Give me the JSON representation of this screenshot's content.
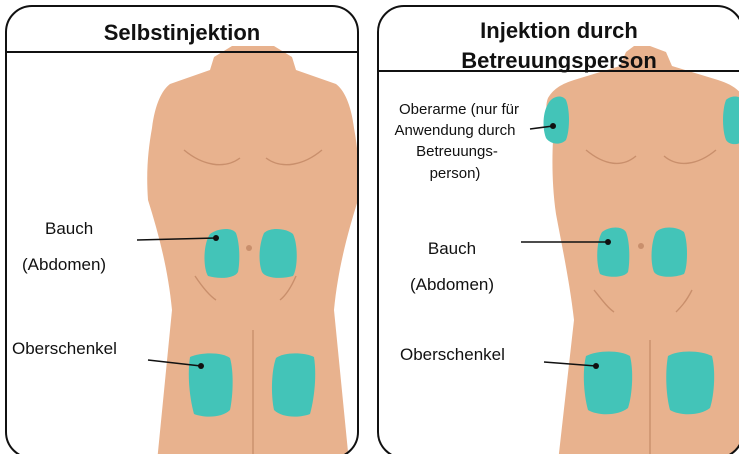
{
  "colors": {
    "skin": "#e8b28e",
    "skin_line": "#c98f6c",
    "injection_zone": "#43c4b8",
    "panel_border": "#111111",
    "leader": "#111111"
  },
  "panels": [
    {
      "title_lines": [
        "Selbstinjektion"
      ],
      "labels": {
        "abdomen": [
          "Bauch",
          "(Abdomen)"
        ],
        "thigh": [
          "Oberschenkel"
        ]
      }
    },
    {
      "title_lines": [
        "Injektion durch",
        "Betreuungsperson"
      ],
      "labels": {
        "upper_arm": [
          "Oberarme (nur für",
          "Anwendung durch",
          "Betreuungs-",
          "person)"
        ],
        "abdomen": [
          "Bauch",
          "(Abdomen)"
        ],
        "thigh": [
          "Oberschenkel"
        ]
      }
    }
  ]
}
